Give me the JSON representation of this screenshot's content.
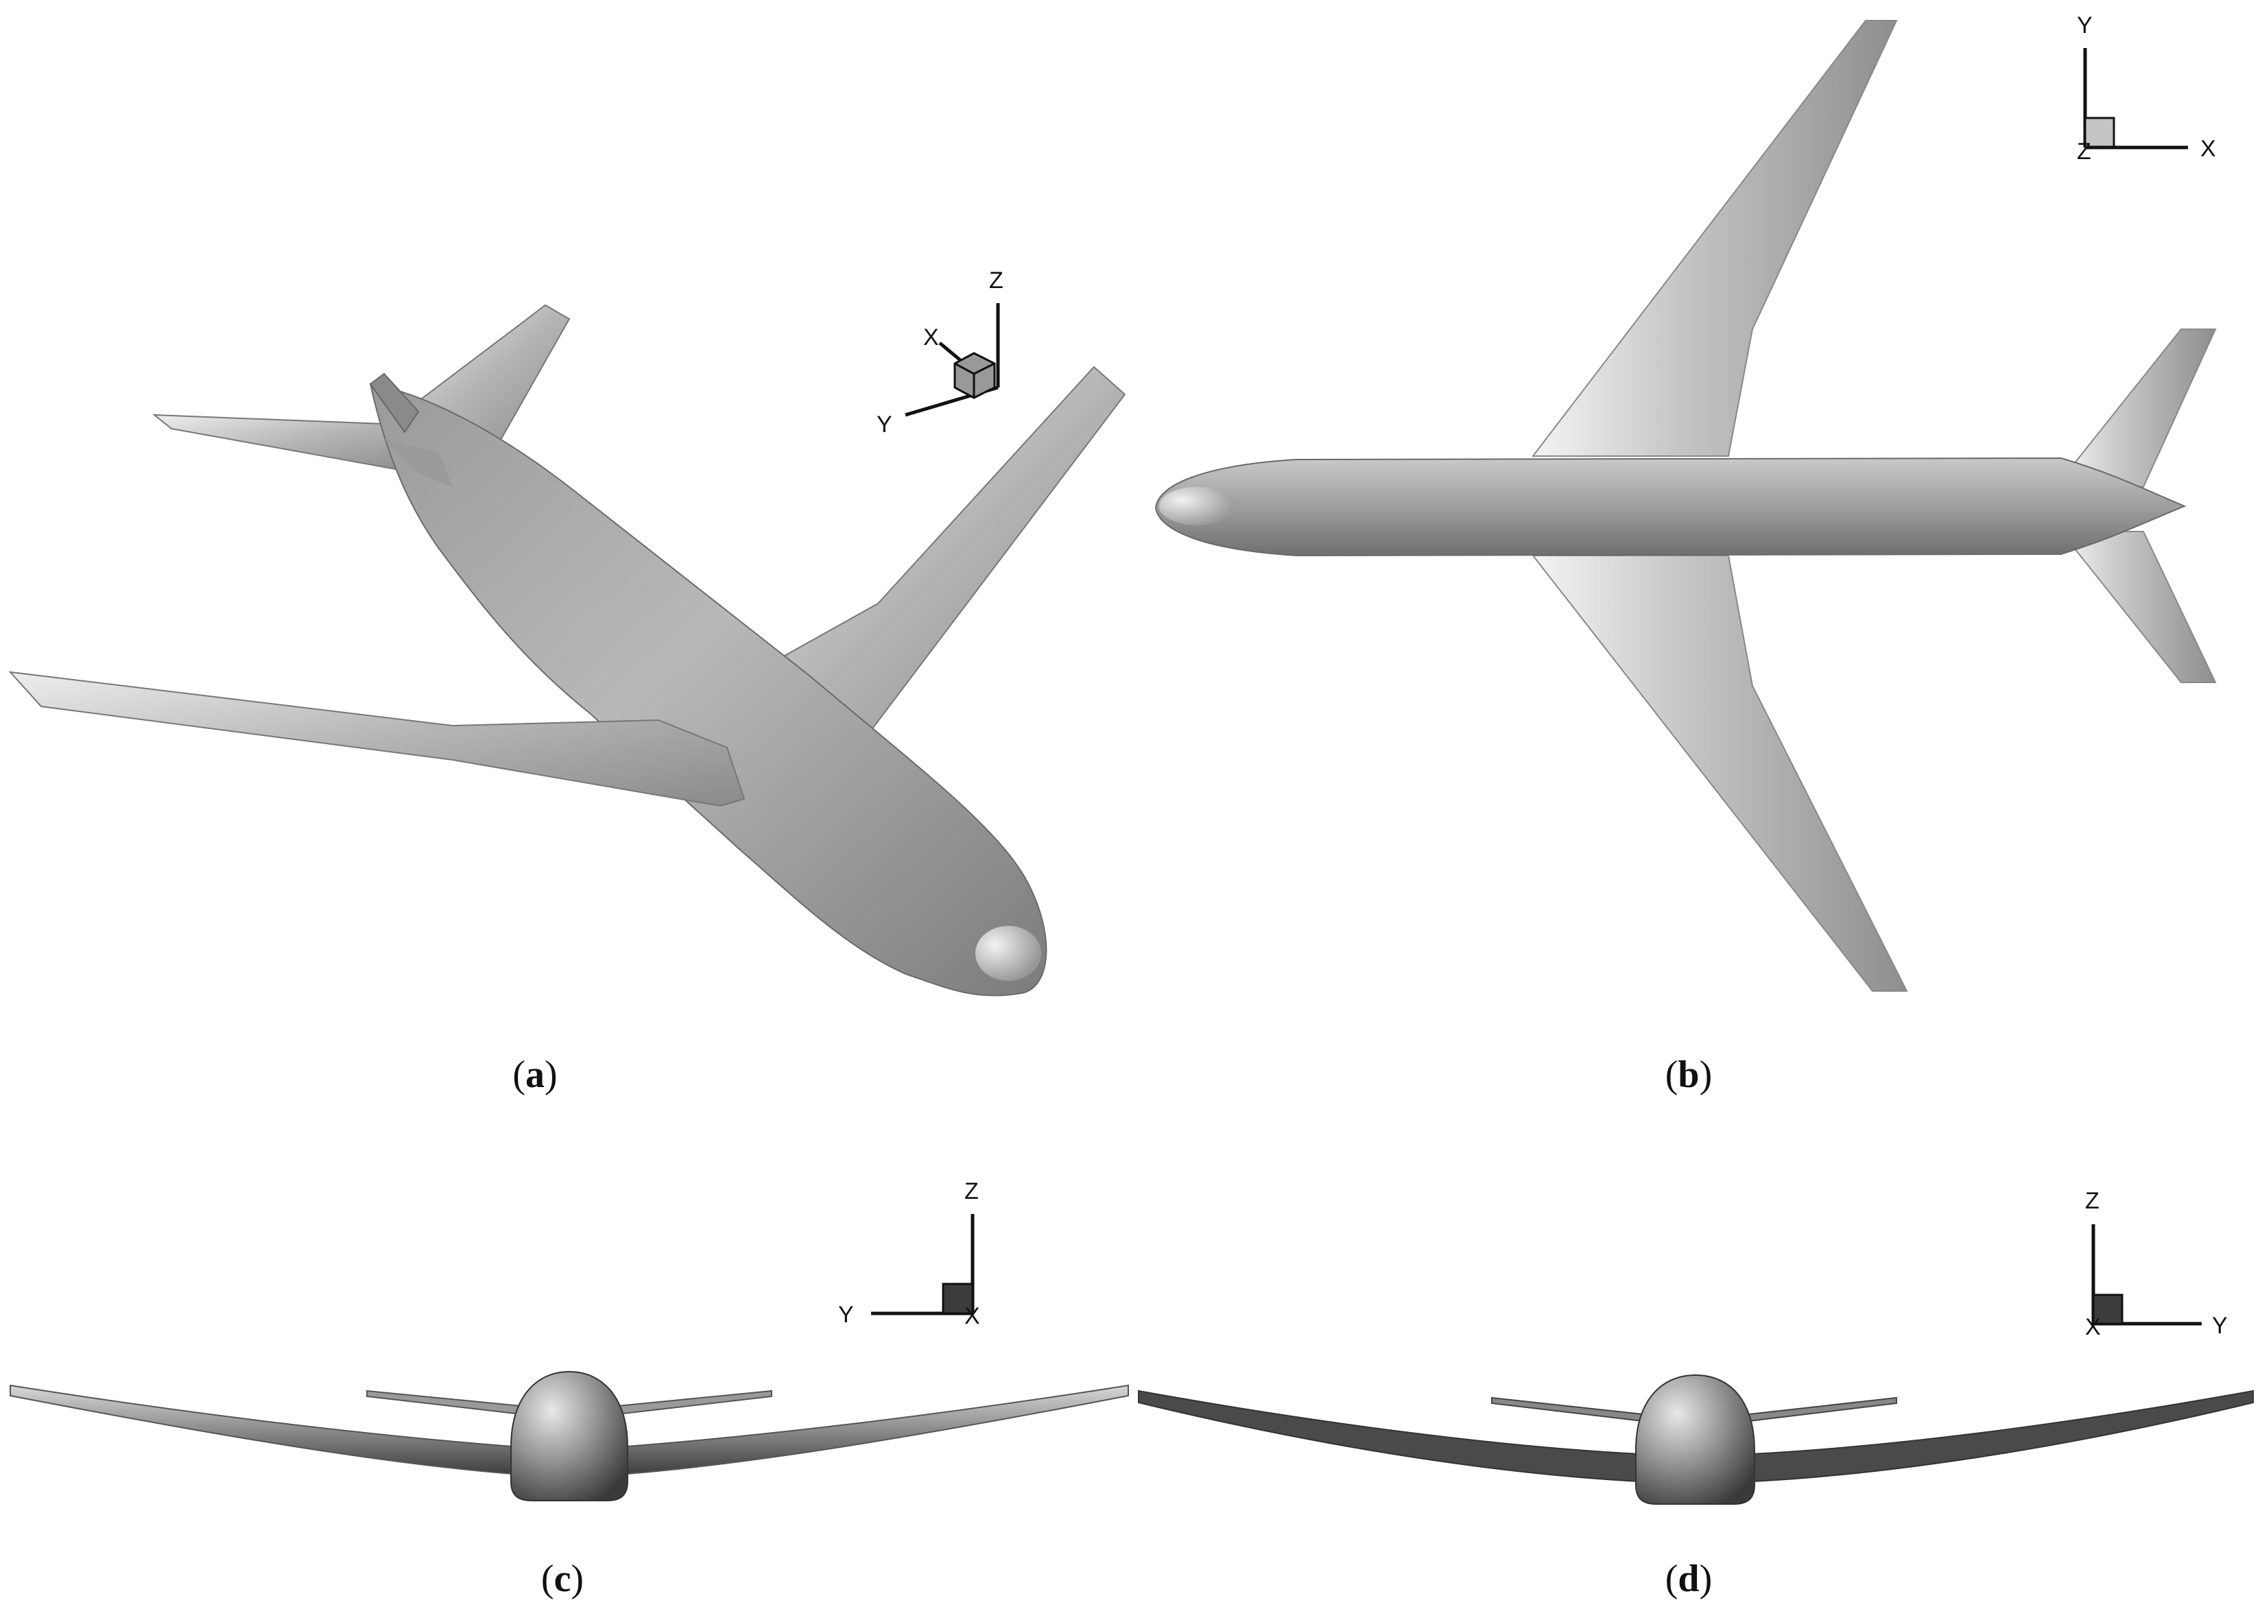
{
  "panels": [
    {
      "id": "a",
      "caption_open": "(",
      "caption_letter": "a",
      "caption_close": ")",
      "axes": {
        "x": "X",
        "y": "Y",
        "z": "Z"
      }
    },
    {
      "id": "b",
      "caption_open": "(",
      "caption_letter": "b",
      "caption_close": ")",
      "axes": {
        "x": "X",
        "y": "Y",
        "z": "Z"
      }
    },
    {
      "id": "c",
      "caption_open": "(",
      "caption_letter": "c",
      "caption_close": ")",
      "axes": {
        "x": "X",
        "y": "Y",
        "z": "Z"
      }
    },
    {
      "id": "d",
      "caption_open": "(",
      "caption_letter": "d",
      "caption_close": ")",
      "axes": {
        "x": "X",
        "y": "Y",
        "z": "Z"
      }
    }
  ],
  "colors": {
    "surface_light": "#e6e6e6",
    "surface_mid": "#a8a8a8",
    "surface_dark": "#5a5a5a",
    "ink": "#111111"
  }
}
